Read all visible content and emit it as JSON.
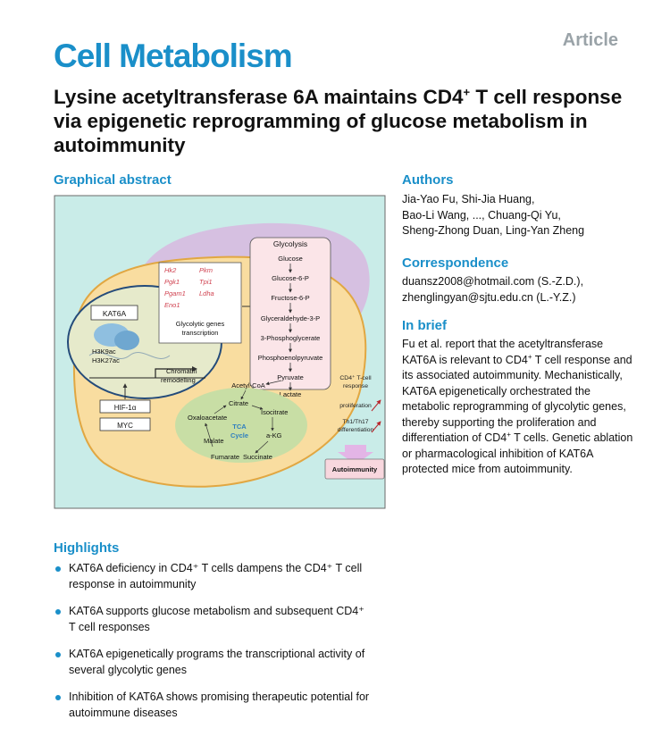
{
  "header": {
    "journal": "Cell Metabolism",
    "article_type": "Article"
  },
  "title": {
    "line_pre": "Lysine acetyltransferase 6A maintains CD4",
    "sup": "+",
    "line_post": " T cell response via epigenetic reprogramming of glucose metabolism in autoimmunity"
  },
  "graphical_abstract": {
    "heading": "Graphical abstract",
    "genes_left": [
      "Hk2",
      "Pgk1",
      "Pgam1",
      "Eno1"
    ],
    "genes_right": [
      "Pkm",
      "Tpi1",
      "Ldha"
    ],
    "genes_caption_1": "Glycolytic genes",
    "genes_caption_2": "transcription",
    "kat6a": "KAT6A",
    "h3k9ac": "H3K9ac",
    "h3k27ac": "H3K27ac",
    "chromatin_1": "Chromatin",
    "chromatin_2": "remodelling",
    "hif": "HIF-1α",
    "myc": "MYC",
    "glycolysis_title": "Glycolysis",
    "glycolysis_steps": [
      "Glucose",
      "Glucose-6-P",
      "Fructose-6-P",
      "Glyceraldehyde-3-P",
      "3-Phosphoglycerate",
      "Phosphoenolpyruvate",
      "Pyruvate",
      "Lactate"
    ],
    "acetyl_coa": "Acetyl-CoA",
    "tca": {
      "citrate": "Citrate",
      "isocitrate": "Isocitrate",
      "oxaloacetate": "Oxaloacetate",
      "tca_1": "TCA",
      "tca_2": "Cycle",
      "akg": "a-KG",
      "malate": "Malate",
      "fumarate": "Fumarate",
      "succinate": "Succinate"
    },
    "response_1": "CD4⁺ T-cell",
    "response_2": "response",
    "proliferation": "proliferation",
    "th_1": "Th1/Th17",
    "th_2": "differentiation",
    "autoimmunity": "Autoimmunity",
    "colors": {
      "panel_bg": "#c9ece8",
      "cell": "#f9dda0",
      "nucleus": "#e6eacb",
      "tca": "#c5dda5",
      "membrane": "#d8b9df",
      "highlight": "#f8d7de"
    }
  },
  "authors": {
    "heading": "Authors",
    "names": "Jia-Yao Fu, Shi-Jia Huang,\nBao-Li Wang, ..., Chuang-Qi Yu,\nSheng-Zhong Duan, Ling-Yan Zheng"
  },
  "correspondence": {
    "heading": "Correspondence",
    "emails": "duansz2008@hotmail.com (S.-Z.D.),\nzhenglingyan@sjtu.edu.cn (L.-Y.Z.)"
  },
  "in_brief": {
    "heading": "In brief",
    "p1": "Fu et al. report that the acetyltransferase KAT6A is relevant to CD4",
    "sup": "+",
    "p2": " T cell response and its associated autoimmunity. Mechanistically, KAT6A epigenetically orchestrated the metabolic reprogramming of glycolytic genes, thereby supporting the proliferation and differentiation of CD4",
    "p3": " T cells. Genetic ablation or pharmacological inhibition of KAT6A protected mice from autoimmunity."
  },
  "highlights": {
    "heading": "Highlights",
    "items": [
      "KAT6A deficiency in CD4⁺ T cells dampens the CD4⁺ T cell\nresponse in autoimmunity",
      "KAT6A supports glucose metabolism and subsequent CD4⁺\nT cell responses",
      "KAT6A epigenetically programs the transcriptional activity of\nseveral glycolytic genes",
      "Inhibition of KAT6A shows promising therapeutic potential for\nautoimmune diseases"
    ]
  }
}
